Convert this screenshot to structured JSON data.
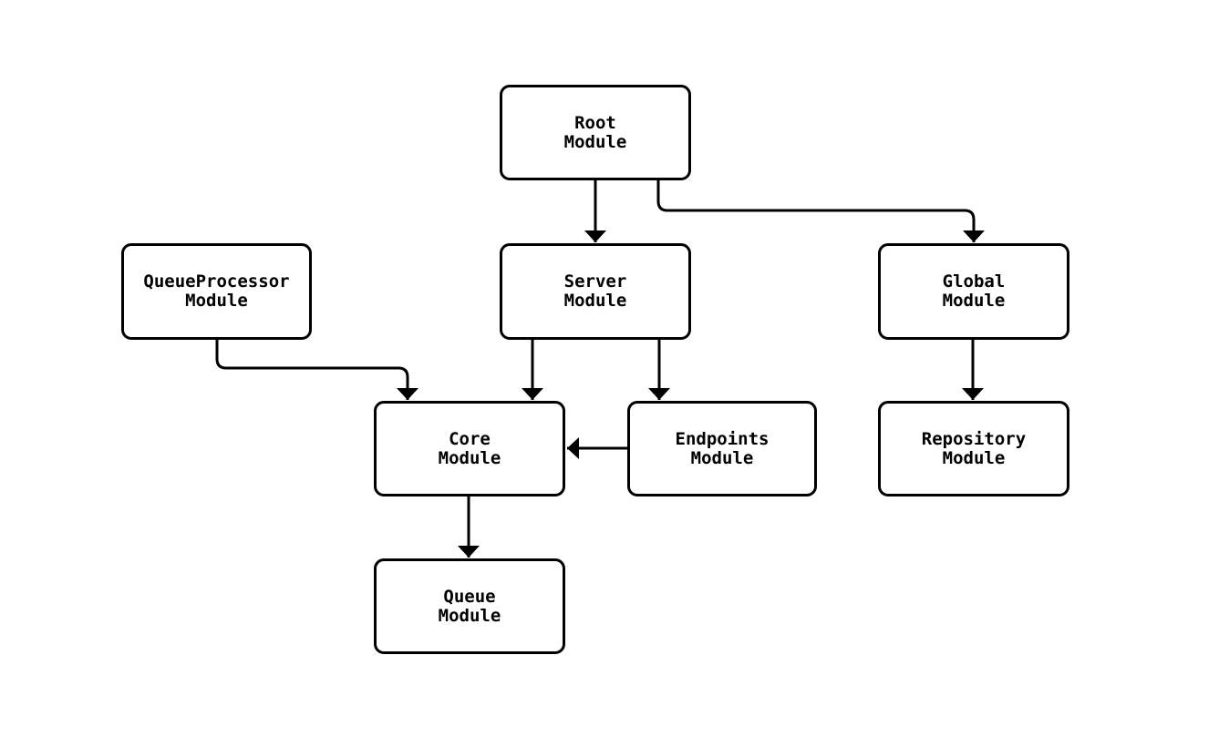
{
  "diagram": {
    "type": "module-dependency-flowchart",
    "background_color": "#ffffff",
    "node_style": {
      "fill_color": "#ffffff",
      "border_color": "#000000",
      "text_color": "#000000"
    },
    "edge_color": "#000000",
    "nodes": [
      {
        "id": "root",
        "line1": "Root",
        "line2": "Module"
      },
      {
        "id": "queueprocessor",
        "line1": "QueueProcessor",
        "line2": "Module"
      },
      {
        "id": "server",
        "line1": "Server",
        "line2": "Module"
      },
      {
        "id": "global",
        "line1": "Global",
        "line2": "Module"
      },
      {
        "id": "core",
        "line1": "Core",
        "line2": "Module"
      },
      {
        "id": "endpoints",
        "line1": "Endpoints",
        "line2": "Module"
      },
      {
        "id": "repository",
        "line1": "Repository",
        "line2": "Module"
      },
      {
        "id": "queue",
        "line1": "Queue",
        "line2": "Module"
      }
    ],
    "edges": [
      {
        "from": "Root Module",
        "to": "Server Module"
      },
      {
        "from": "Root Module",
        "to": "Global Module"
      },
      {
        "from": "QueueProcessor Module",
        "to": "Core Module"
      },
      {
        "from": "Server Module",
        "to": "Core Module"
      },
      {
        "from": "Server Module",
        "to": "Endpoints Module"
      },
      {
        "from": "Global Module",
        "to": "Repository Module"
      },
      {
        "from": "Endpoints Module",
        "to": "Core Module"
      },
      {
        "from": "Core Module",
        "to": "Queue Module"
      }
    ]
  }
}
